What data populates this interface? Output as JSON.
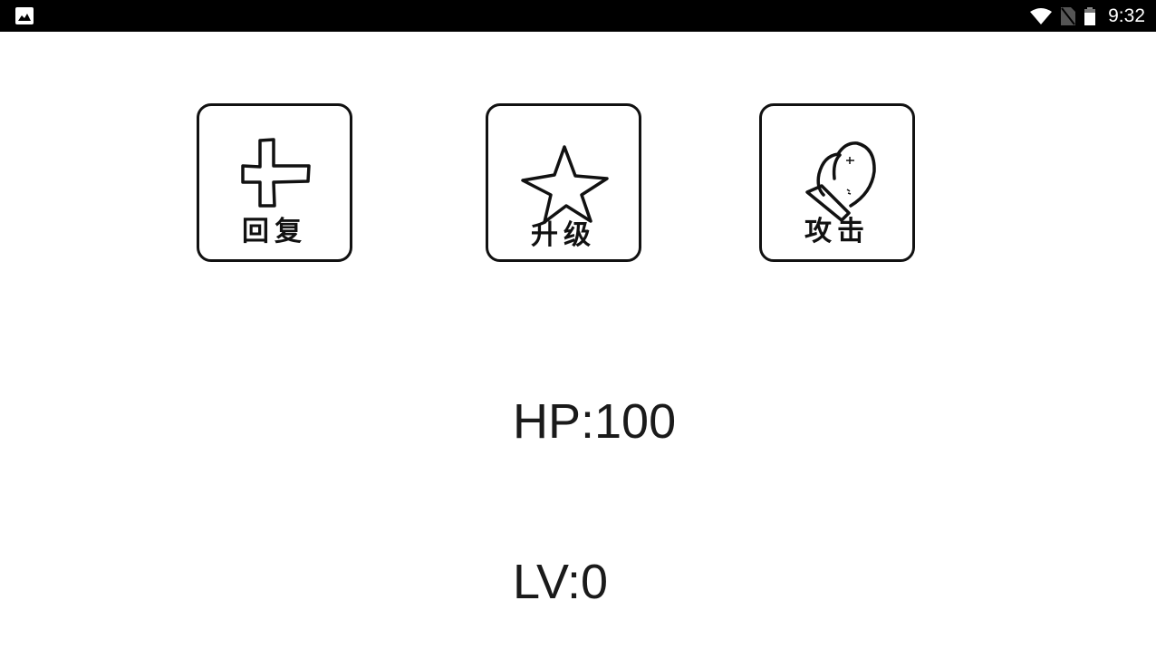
{
  "status_bar": {
    "left_icon": "gallery-icon",
    "icons": [
      "wifi-icon",
      "no-sim-icon",
      "battery-icon"
    ],
    "time": "9:32"
  },
  "actions": [
    {
      "id": "heal",
      "label": "回复",
      "icon": "plus-cross-icon"
    },
    {
      "id": "upgrade",
      "label": "升级",
      "icon": "star-icon"
    },
    {
      "id": "attack",
      "label": "攻击",
      "icon": "boxing-glove-icon"
    }
  ],
  "stats": {
    "hp": "HP:100",
    "lv": "LV:0"
  }
}
